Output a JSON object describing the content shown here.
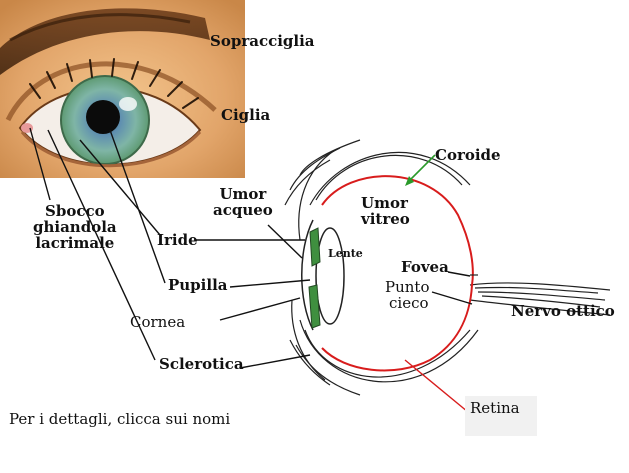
{
  "labels": {
    "sopracciglia": "Sopracciglia",
    "ciglia": "Ciglia",
    "coroide": "Coroide",
    "umor_acqueo_1": "Umor",
    "umor_acqueo_2": "acqueo",
    "umor_vitreo_1": "Umor",
    "umor_vitreo_2": "vitreo",
    "sbocco_1": "Sbocco",
    "sbocco_2": "ghiandola",
    "sbocco_3": "lacrimale",
    "iride": "Iride",
    "lente": "Lente",
    "fovea": "Fovea",
    "punto_cieco_1": "Punto",
    "punto_cieco_2": "cieco",
    "pupilla": "Pupilla",
    "nervo_ottico": "Nervo ottico",
    "cornea": "Cornea",
    "sclerotica": "Sclerotica",
    "retina": "Retina"
  },
  "footer": {
    "note": "Per i dettagli, clicca sui nomi"
  },
  "colors": {
    "retina_line": "#d81c1c",
    "coroide_arrow": "#2a9a2a",
    "iris_green": "#3f8f3f",
    "skin": "#e8b47e",
    "iris_blue": "#6aa0c9",
    "outline": "#222222"
  }
}
